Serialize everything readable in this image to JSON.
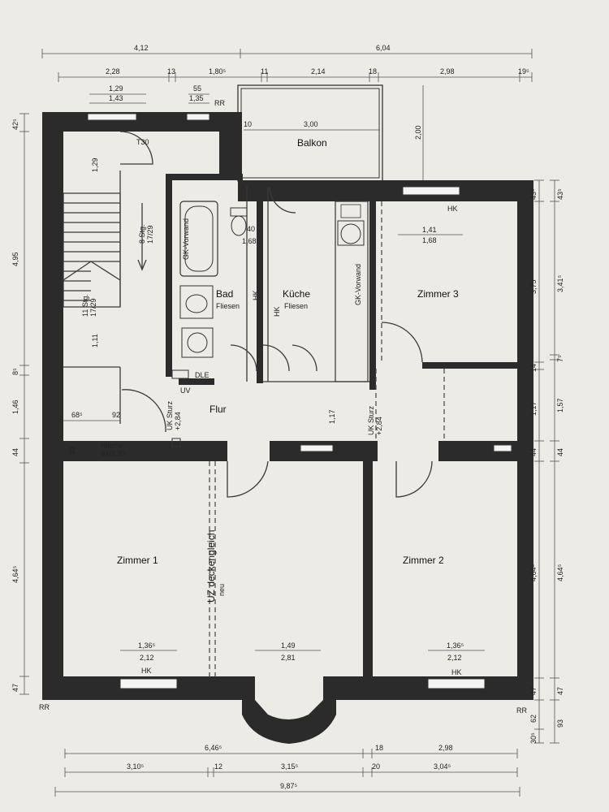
{
  "rooms": {
    "balkon": "Balkon",
    "bad": "Bad",
    "bad_floor": "Fliesen",
    "kueche": "Küche",
    "kueche_floor": "Fliesen",
    "zimmer3": "Zimmer 3",
    "flur": "Flur",
    "zimmer1": "Zimmer 1",
    "zimmer2": "Zimmer 2",
    "nische": "Nische",
    "nische_size": "92/2,20"
  },
  "labels": {
    "t30": "T30",
    "rr": "RR",
    "dle": "DLE",
    "uv": "UV",
    "hk": "HK",
    "gk_vorwand": "GK-Vorwand",
    "uk_sturz": "UK Sturz",
    "sturz_height": "+2,84",
    "stairs_upper": "8 Stg.",
    "stairs_upper_ratio": "17/29",
    "stairs_lower": "11 Stg.",
    "stairs_lower_ratio": "17/29",
    "uz_line1": "UZ deckengleich",
    "uz_line2": "neu"
  },
  "dimensions": {
    "top_total_left": "4,12",
    "top_total_right": "6,04",
    "top_2": [
      "2,28",
      "13",
      "1,80⁵",
      "11",
      "2,14",
      "18",
      "2,98",
      "19⁵"
    ],
    "win_left_top": "1,29",
    "win_left_bottom": "1,43",
    "win_mid_top": "55",
    "win_mid_bottom": "1,35",
    "balkon_small": "10",
    "balkon_width": "3,00",
    "balkon_depth": "2,00",
    "bad_win_top": "40",
    "bad_win_bottom": "1,68",
    "z3_win_top": "1,41",
    "z3_win_bottom": "1,68",
    "z1_win_top": "1,36⁵",
    "z1_win_bottom": "2,12",
    "mid_win_top": "1,49",
    "mid_win_bottom": "2,81",
    "z2_win_top": "1,36⁵",
    "z2_win_bottom": "2,12",
    "stair_top": "1,29",
    "stair_bottom": "1,11",
    "landing_left": "68⁵",
    "landing_right": "92",
    "nische_small": "33",
    "flur_depth": "1,17",
    "left_dims": [
      "42⁵",
      "4,95",
      "8⁵",
      "1,46",
      "44",
      "4,64⁵",
      "47"
    ],
    "right_inner": [
      "43⁵",
      "3,75",
      "14",
      "1,17",
      "44",
      "4,64⁵",
      "47",
      "62",
      "30⁵"
    ],
    "right_outer": [
      "43⁵",
      "3,41⁵",
      "7⁵",
      "1,57",
      "44",
      "4,64⁵",
      "47",
      "93"
    ],
    "bottom_1": [
      "6,46⁵",
      "18",
      "2,98"
    ],
    "bottom_2": [
      "3,10⁵",
      "12",
      "3,15⁵",
      "20",
      "3,04⁵"
    ],
    "bottom_total": "9,87⁵"
  }
}
